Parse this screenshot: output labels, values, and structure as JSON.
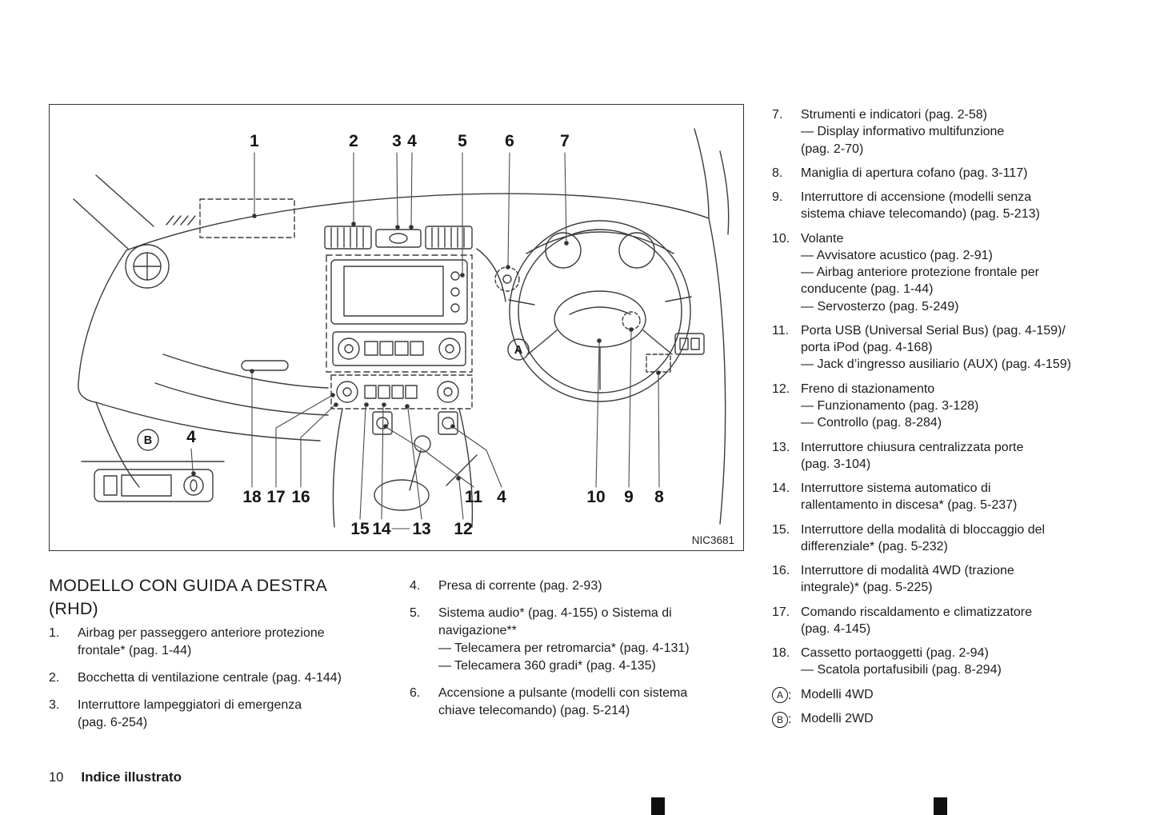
{
  "content": {
    "heading": "MODELLO CON GUIDA A DESTRA\n(RHD)",
    "left_items": [
      {
        "num": "1.",
        "text": "Airbag per passeggero anteriore protezione\nfrontale* (pag. 1-44)"
      },
      {
        "num": "2.",
        "text": "Bocchetta di ventilazione centrale (pag. 4-144)"
      },
      {
        "num": "3.",
        "text": "Interruttore lampeggiatori di emergenza\n(pag. 6-254)"
      }
    ],
    "middle_items": [
      {
        "num": "4.",
        "text": "Presa di corrente (pag. 2-93)"
      },
      {
        "num": "5.",
        "text": "Sistema audio* (pag. 4-155) o Sistema di\nnavigazione**\n— Telecamera per retromarcia* (pag. 4-131)\n— Telecamera 360 gradi* (pag. 4-135)"
      },
      {
        "num": "6.",
        "text": "Accensione a pulsante (modelli con sistema\nchiave telecomando) (pag. 5-214)"
      }
    ],
    "right_items": [
      {
        "num": "7.",
        "text": "Strumenti e indicatori (pag. 2-58)\n— Display informativo multifunzione\n(pag. 2-70)"
      },
      {
        "num": "8.",
        "text": "Maniglia di apertura cofano (pag. 3-117)"
      },
      {
        "num": "9.",
        "text": "Interruttore di accensione (modelli senza\nsistema chiave telecomando) (pag. 5-213)"
      },
      {
        "num": "10.",
        "text": "Volante\n— Avvisatore acustico (pag. 2-91)\n— Airbag anteriore protezione frontale per\nconducente (pag. 1-44)\n— Servosterzo (pag. 5-249)"
      },
      {
        "num": "11.",
        "text": "Porta USB (Universal Serial Bus) (pag. 4-159)/\nporta iPod (pag. 4-168)\n— Jack d’ingresso ausiliario (AUX) (pag. 4-159)"
      },
      {
        "num": "12.",
        "text": "Freno di stazionamento\n— Funzionamento (pag. 3-128)\n— Controllo (pag. 8-284)"
      },
      {
        "num": "13.",
        "text": "Interruttore chiusura centralizzata porte\n(pag. 3-104)"
      },
      {
        "num": "14.",
        "text": "Interruttore sistema automatico di\nrallentamento in discesa* (pag. 5-237)"
      },
      {
        "num": "15.",
        "text": "Interruttore della modalità di bloccaggio del\ndifferenziale* (pag. 5-232)"
      },
      {
        "num": "16.",
        "text": "Interruttore di modalità 4WD (trazione\nintegrale)* (pag. 5-225)"
      },
      {
        "num": "17.",
        "text": "Comando riscaldamento e climatizzatore\n(pag. 4-145)"
      },
      {
        "num": "18.",
        "text": "Cassetto portaoggetti (pag. 2-94)\n— Scatola portafusibili (pag. 8-294)"
      }
    ],
    "legend": [
      {
        "letter": "A",
        "colon": ":",
        "text": "Modelli 4WD"
      },
      {
        "letter": "B",
        "colon": ":",
        "text": "Modelli 2WD"
      }
    ]
  },
  "diagram": {
    "figure_code": "NIC3681",
    "callouts": {
      "n1": "1",
      "n2": "2",
      "n3": "3",
      "n4": "4",
      "n5": "5",
      "n6": "6",
      "n7": "7",
      "n8": "8",
      "n9": "9",
      "n10": "10",
      "n11": "11",
      "n12": "12",
      "n13": "13",
      "n14": "14",
      "n15": "15",
      "n16": "16",
      "n17": "17",
      "n18": "18",
      "n4_console": "4",
      "n4_inset": "4",
      "letter_a": "A",
      "letter_b": "B"
    }
  },
  "footer": {
    "page_number": "10",
    "section": "Indice illustrato"
  }
}
